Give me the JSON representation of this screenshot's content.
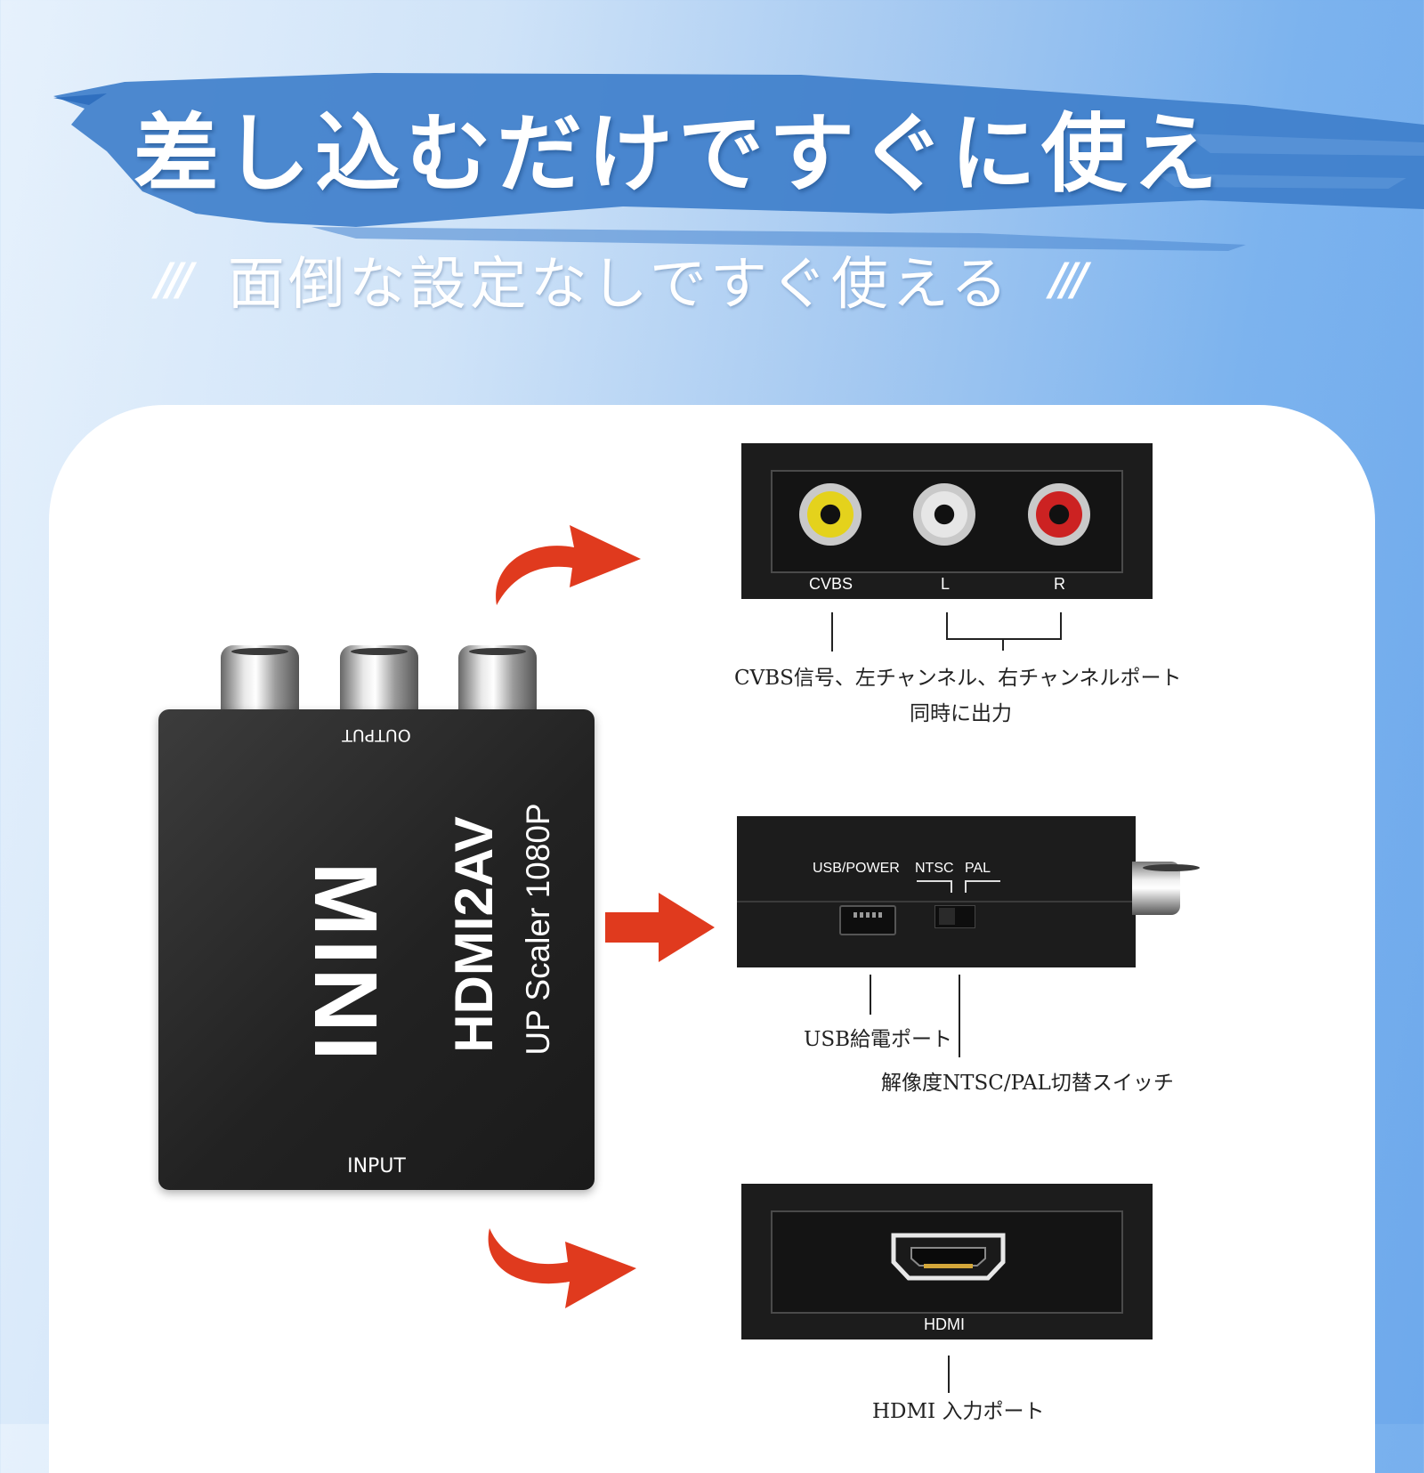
{
  "header": {
    "headline": "差し込むだけですぐに使え",
    "subline_slash_left": "///",
    "subline": "面倒な設定なしですぐ使える",
    "subline_slash_right": "///"
  },
  "device": {
    "brand": "MINI",
    "model": "HDMI2AV",
    "subtitle": "UP Scaler 1080P",
    "output_label": "OUTPUT",
    "input_label": "INPUT"
  },
  "panels": {
    "av": {
      "ports": [
        "CVBS",
        "L",
        "R"
      ],
      "port_colors": [
        "#e4d21c",
        "#e6e6e6",
        "#cc2222"
      ],
      "caption_line1": "CVBS信号、左チャンネル、右チャンネルポート",
      "caption_line2": "同時に出力"
    },
    "side": {
      "usb_label": "USB/POWER",
      "ntsc_label": "NTSC",
      "pal_label": "PAL",
      "usb_caption": "USB給電ポート",
      "switch_caption": "解像度NTSC/PAL切替スイッチ"
    },
    "hdmi": {
      "port_label": "HDMI",
      "caption": "HDMI 入力ポート"
    }
  },
  "colors": {
    "accent_arrow": "#e03a1e",
    "brush_blue": "#3f7fcb",
    "card_bg": "#ffffff"
  }
}
